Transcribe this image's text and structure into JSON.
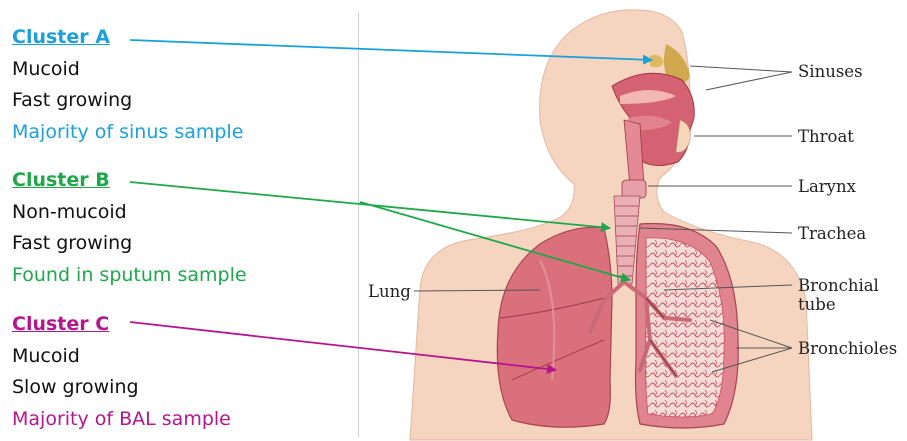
{
  "colors": {
    "cluster_a": "#1aa0dc",
    "cluster_b": "#1ea84a",
    "cluster_c": "#b5168f",
    "skin": "#f5d3bd",
    "lung": "#d9707a",
    "lung_dark": "#b84a55",
    "tissue": "#c95060"
  },
  "clusters": [
    {
      "title": "Cluster A",
      "lines": [
        "Mucoid",
        "Fast growing"
      ],
      "highlight": "Majority of sinus sample"
    },
    {
      "title": "Cluster B",
      "lines": [
        "Non-mucoid",
        "Fast growing"
      ],
      "highlight": "Found in sputum sample"
    },
    {
      "title": "Cluster C",
      "lines": [
        "Mucoid",
        "Slow growing"
      ],
      "highlight": "Majority of BAL sample"
    }
  ],
  "anatomy_labels": {
    "sinuses": "Sinuses",
    "throat": "Throat",
    "larynx": "Larynx",
    "trachea": "Trachea",
    "bronchial_tube": "Bronchial tube",
    "bronchioles": "Bronchioles",
    "lung": "Lung"
  }
}
